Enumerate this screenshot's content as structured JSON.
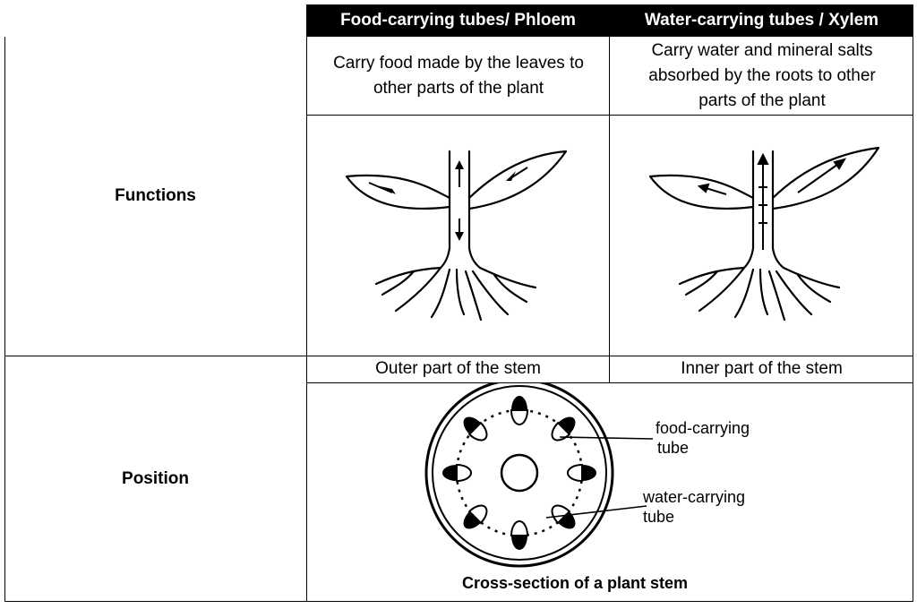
{
  "table": {
    "headers": [
      "",
      "Food-carrying tubes/ Phloem",
      "Water-carrying tubes / Xylem"
    ],
    "rows": [
      {
        "label": "Functions",
        "phloem_text": "Carry food made by the leaves to other parts of the plant",
        "xylem_text": "Carry water and mineral salts absorbed by the roots to other parts of the plant"
      },
      {
        "label": "Position",
        "phloem_text": "Outer part of the stem",
        "xylem_text": "Inner part of the stem"
      }
    ]
  },
  "cross_section": {
    "label_food": [
      "food-carrying",
      "tube"
    ],
    "label_water": [
      "water-carrying",
      "tube"
    ],
    "caption": "Cross-section of a plant stem"
  }
}
